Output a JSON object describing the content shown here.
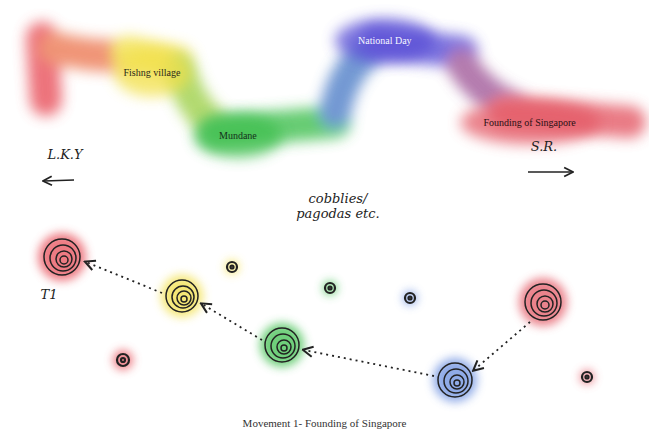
{
  "diagram": {
    "caption": "Movement 1- Founding of Singapore",
    "nodes": [
      {
        "text": [
          "Fishng village"
        ]
      },
      {
        "text": [
          "Mundane"
        ]
      },
      {
        "text": [
          "National Day"
        ]
      },
      {
        "text": [
          "Founding of Singapore"
        ]
      }
    ],
    "labels": [
      "L.K.Y",
      "cobblies/ pagodas etc.",
      "S.R.",
      "T1"
    ]
  }
}
